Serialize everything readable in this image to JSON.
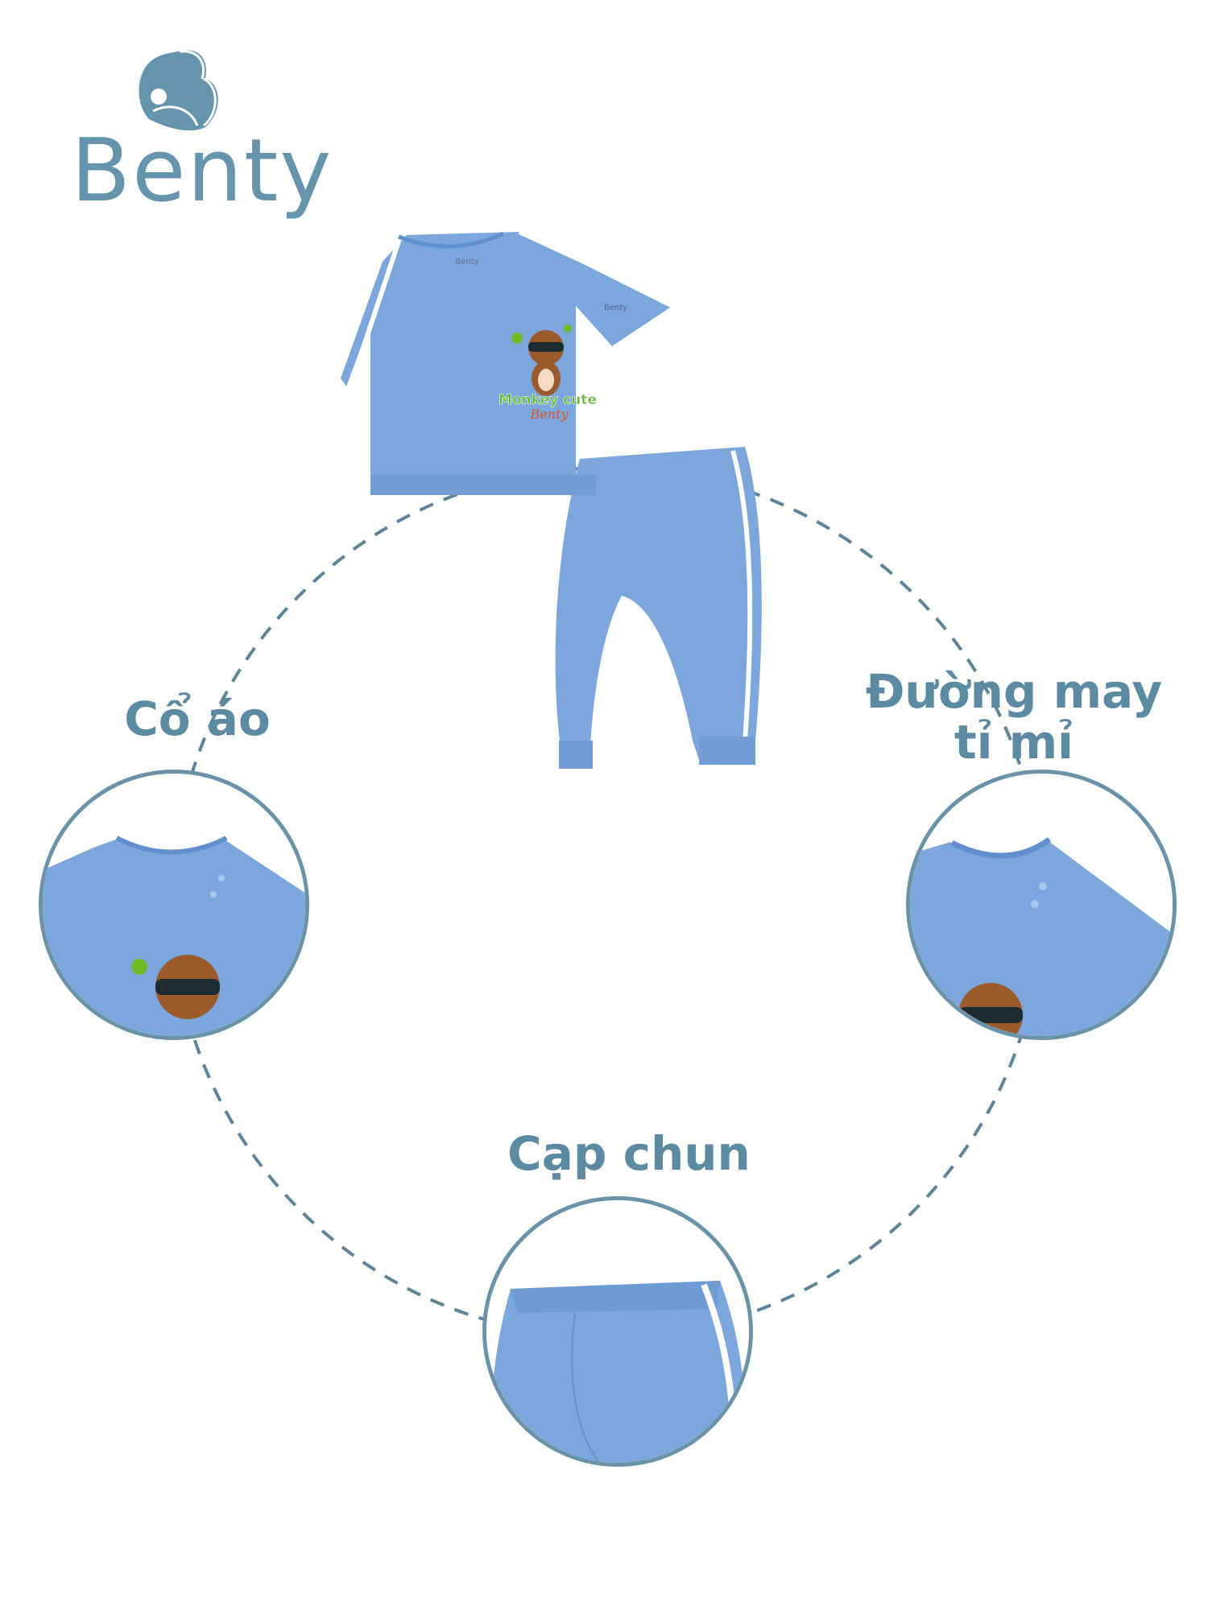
{
  "brand": {
    "name": "Benty",
    "color": "#6494ae"
  },
  "product": {
    "print_title": "Monkey cute",
    "print_subtitle": "Benty",
    "neck_tag": "Benty",
    "chest_logo": "Benty",
    "garment_color": "#7ba7dc"
  },
  "features": [
    {
      "label": "Cổ áo"
    },
    {
      "label_line1": "Đường may",
      "label_line2": "tỉ mỉ"
    },
    {
      "label": "Cạp chun"
    }
  ],
  "colors": {
    "text": "#5d8aa3",
    "circle_border": "#6a92a8",
    "dashed_ring": "#5f8499"
  }
}
